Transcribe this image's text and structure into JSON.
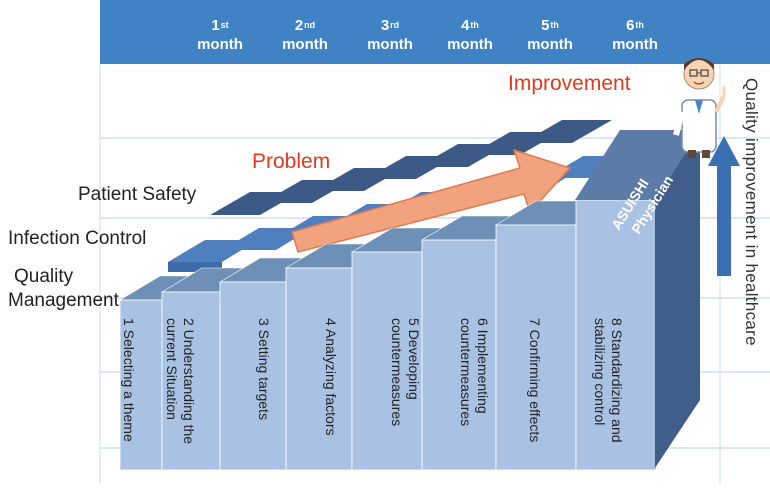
{
  "months": [
    {
      "num": "1",
      "sup": "st",
      "word": "month"
    },
    {
      "num": "2",
      "sup": "nd",
      "word": "month"
    },
    {
      "num": "3",
      "sup": "rd",
      "word": "month"
    },
    {
      "num": "4",
      "sup": "th",
      "word": "month"
    },
    {
      "num": "5",
      "sup": "th",
      "word": "month"
    },
    {
      "num": "6",
      "sup": "th",
      "word": "month"
    }
  ],
  "rows": {
    "patient_safety": "Patient Safety",
    "infection_control": "Infection Control",
    "quality_management_line1": "Quality",
    "quality_management_line2": "Management"
  },
  "steps": [
    "1 Selecting a theme",
    "2 Understanding the\ncurrent Situation",
    "3 Setting targets",
    "4 Analyzing factors",
    "5 Developing\ncountermeasures",
    "6 Implementing\ncountermeasures",
    "7 Confirming effects",
    "8 Standardizing and\nstabilizing control"
  ],
  "problem_label": "Problem",
  "improvement_label": "Improvement",
  "vertical_axis_label": "Quality improvement in healthcare",
  "role_label_line1": "ASUISHI",
  "role_label_line2": "Physician",
  "colors": {
    "header_band": "#3f83c4",
    "front_face": "#a9c1e2",
    "top_face": "#6e8fb6",
    "side_face": "#3f5f8a",
    "row2": "#4f7fbf",
    "row3": "#4a6a97",
    "arrow": "#f1a27f",
    "up_arrow": "#3a6fb4",
    "red_text": "#e03a1e"
  }
}
